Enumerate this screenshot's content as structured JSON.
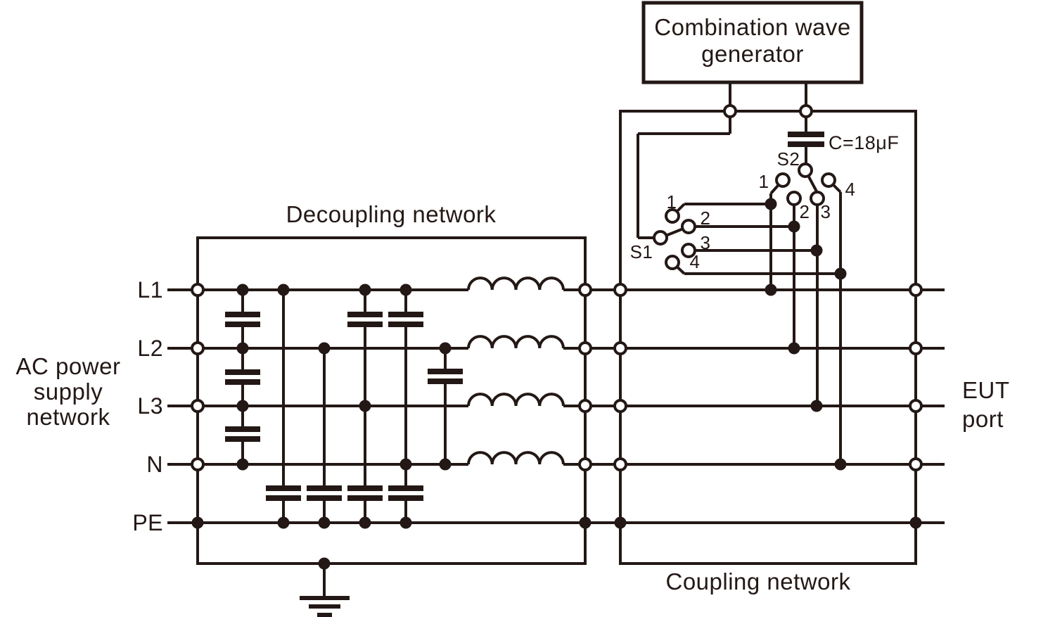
{
  "colors": {
    "ink": "#231815",
    "background": "#ffffff"
  },
  "generator": {
    "label": "Combination wave\ngenerator"
  },
  "boxes": {
    "decoupling_label": "Decoupling network",
    "coupling_label": "Coupling network"
  },
  "supply_label": "AC power\nsupply\nnetwork",
  "eut_label": "EUT\nport",
  "line_labels": {
    "l1": "L1",
    "l2": "L2",
    "l3": "L3",
    "n": "N",
    "pe": "PE"
  },
  "switch_s1": {
    "label": "S1",
    "pos1": "1",
    "pos2": "2",
    "pos3": "3",
    "pos4": "4"
  },
  "switch_s2": {
    "label": "S2",
    "pos1": "1",
    "pos2": "2",
    "pos3": "3",
    "pos4": "4"
  },
  "capacitor_label": "C=18μF"
}
